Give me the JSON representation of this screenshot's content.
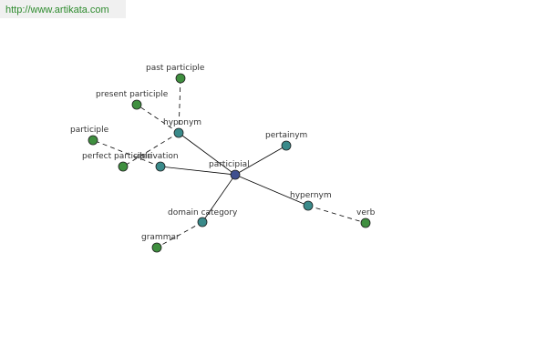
{
  "watermark": "http://www.artikata.com",
  "colors": {
    "center": "#3f4f8f",
    "relation": "#3a8a8a",
    "leaf": "#3f8f3f"
  },
  "nodes": [
    {
      "id": "participial",
      "label": "participial",
      "kind": "center"
    },
    {
      "id": "hyponym",
      "label": "hyponym",
      "kind": "relation"
    },
    {
      "id": "derivation",
      "label": "derivation",
      "kind": "relation"
    },
    {
      "id": "pertainym",
      "label": "pertainym",
      "kind": "relation"
    },
    {
      "id": "hypernym",
      "label": "hypernym",
      "kind": "relation"
    },
    {
      "id": "domain-category",
      "label": "domain category",
      "kind": "relation"
    },
    {
      "id": "past-participle",
      "label": "past participle",
      "kind": "leaf"
    },
    {
      "id": "present-participle",
      "label": "present participle",
      "kind": "leaf"
    },
    {
      "id": "perfect-participle",
      "label": "perfect participle",
      "kind": "leaf"
    },
    {
      "id": "participle",
      "label": "participle",
      "kind": "leaf"
    },
    {
      "id": "verb",
      "label": "verb",
      "kind": "leaf"
    },
    {
      "id": "grammar",
      "label": "grammar",
      "kind": "leaf"
    }
  ],
  "edges": [
    {
      "from": "participial",
      "to": "hyponym",
      "style": "solid"
    },
    {
      "from": "participial",
      "to": "derivation",
      "style": "solid"
    },
    {
      "from": "participial",
      "to": "pertainym",
      "style": "solid"
    },
    {
      "from": "participial",
      "to": "hypernym",
      "style": "solid"
    },
    {
      "from": "participial",
      "to": "domain-category",
      "style": "solid"
    },
    {
      "from": "hyponym",
      "to": "past-participle",
      "style": "dashed"
    },
    {
      "from": "hyponym",
      "to": "present-participle",
      "style": "dashed"
    },
    {
      "from": "hyponym",
      "to": "perfect-participle",
      "style": "dashed"
    },
    {
      "from": "derivation",
      "to": "participle",
      "style": "dashed"
    },
    {
      "from": "hypernym",
      "to": "verb",
      "style": "dashed"
    },
    {
      "from": "domain-category",
      "to": "grammar",
      "style": "dashed"
    }
  ]
}
